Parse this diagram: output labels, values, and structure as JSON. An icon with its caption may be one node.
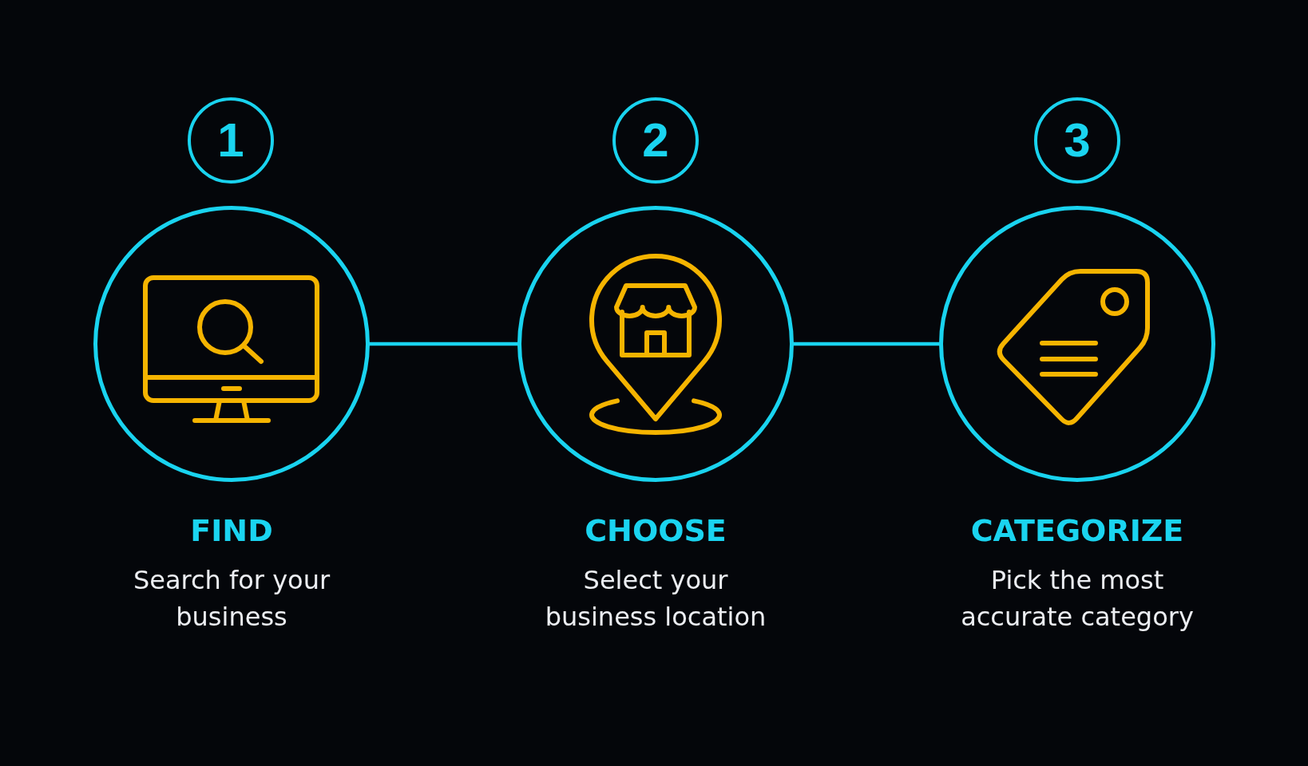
{
  "diagram": {
    "nodes": [
      {
        "text": [
          "1"
        ]
      },
      {
        "text": [],
        "shape": "circle",
        "beside": [
          "FIND",
          "Search for your business"
        ]
      },
      {
        "text": [
          "2"
        ]
      },
      {
        "text": [],
        "shape": "circle",
        "beside": [
          "CHOOSE",
          "Select your business location"
        ]
      },
      {
        "text": [
          "3"
        ]
      },
      {
        "text": [],
        "shape": "circle",
        "beside": [
          "CATEGORIZE",
          "Pick the most accurate category"
        ]
      }
    ],
    "edges": [
      {
        "from": 1,
        "to": 3,
        "arrow": "none"
      },
      {
        "from": 3,
        "to": 5,
        "arrow": "none"
      }
    ]
  }
}
